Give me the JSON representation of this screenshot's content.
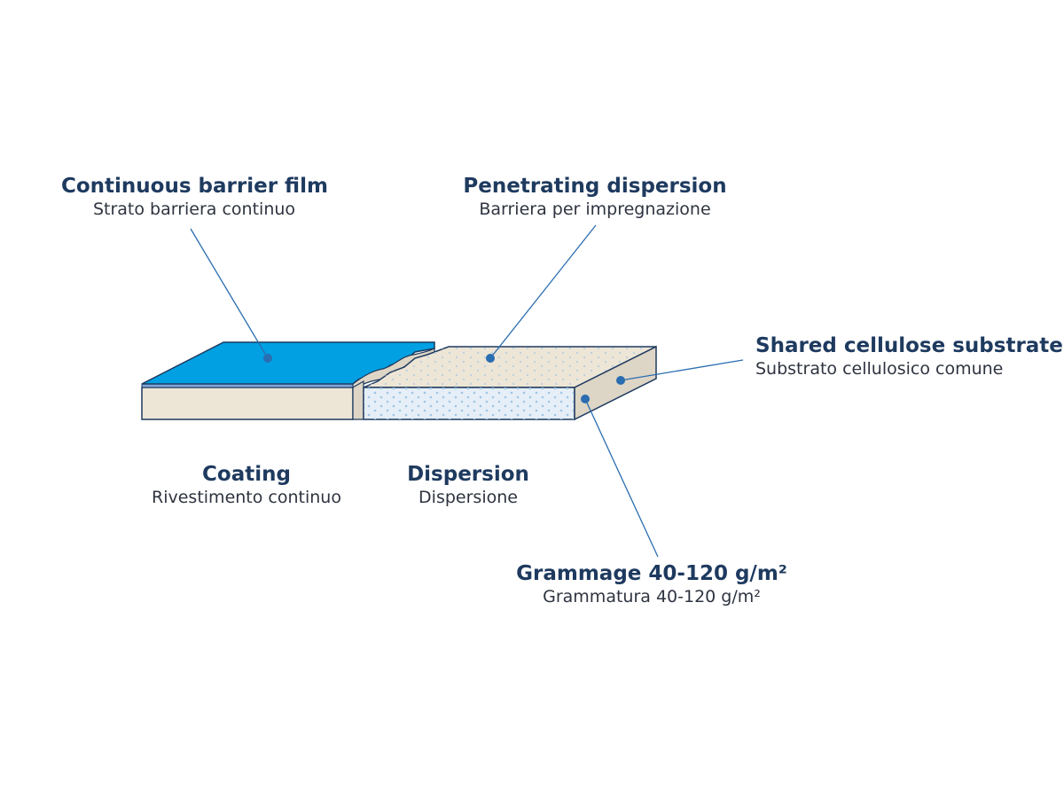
{
  "labels": {
    "film": {
      "title": "Continuous barrier film",
      "subtitle": "Strato barriera continuo"
    },
    "penetrating": {
      "title": "Penetrating dispersion",
      "subtitle": "Barriera per impregnazione"
    },
    "substrate": {
      "title": "Shared cellulose substrate",
      "subtitle": "Substrato cellulosico comune"
    },
    "coating": {
      "title": "Coating",
      "subtitle": "Rivestimento continuo"
    },
    "dispersion": {
      "title": "Dispersion",
      "subtitle": "Dispersione"
    },
    "grammage": {
      "title": "Grammage 40-120 g/m²",
      "subtitle": "Grammatura 40-120 g/m²"
    }
  },
  "colors": {
    "coating_blue": "#00a0e3",
    "coating_stripe": "#7fa7d6",
    "substrate_beige": "#ede5d6",
    "substrate_side": "#ddd5c5",
    "dispersion_front": "#e6eff7",
    "dot_blue": "#9ec6e6",
    "leader_line": "#2a6db0",
    "marker": "#2a6db0",
    "outline": "#1e3a5f"
  }
}
